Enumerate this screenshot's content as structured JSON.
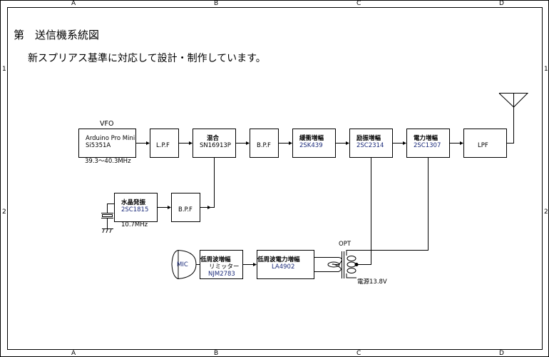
{
  "sheet": {
    "column_labels": [
      "A",
      "B",
      "C",
      "D"
    ],
    "row_labels": [
      "1",
      "2"
    ]
  },
  "title": "第　送信機系統図",
  "subtitle": "新スプリアス基準に対応して設計・制作しています。",
  "blocks": {
    "vfo": {
      "caption": "VFO",
      "line1": "Arduino Pro Mini",
      "line2": "Si5351A",
      "freq": "39.3～40.3MHz"
    },
    "lpf1": {
      "line1": "L.P.F"
    },
    "mixer": {
      "line1": "混合",
      "line2": "SN16913P"
    },
    "bpf1": {
      "line1": "B.P.F"
    },
    "buffer": {
      "line1": "緩衝増幅",
      "line2": "2SK439"
    },
    "driver": {
      "line1": "励振増幅",
      "line2": "2SC2314"
    },
    "power": {
      "line1": "電力増幅",
      "line2": "2SC1307"
    },
    "lpf2": {
      "line1": "LPF"
    },
    "xtal_osc": {
      "line1": "水晶発振",
      "line2": "2SC1815",
      "freq": "10.7MHz"
    },
    "bpf2": {
      "line1": "B.P.F"
    },
    "af_amp": {
      "line1": "低周波増幅",
      "line2": "リミッター",
      "line3": "NJM2783"
    },
    "af_power": {
      "line1": "低周波電力増幅",
      "line2": "LA4902"
    },
    "mic": {
      "label": "MIC"
    },
    "transformer": {
      "label": "OPT",
      "supply": "電源13.8V"
    }
  }
}
